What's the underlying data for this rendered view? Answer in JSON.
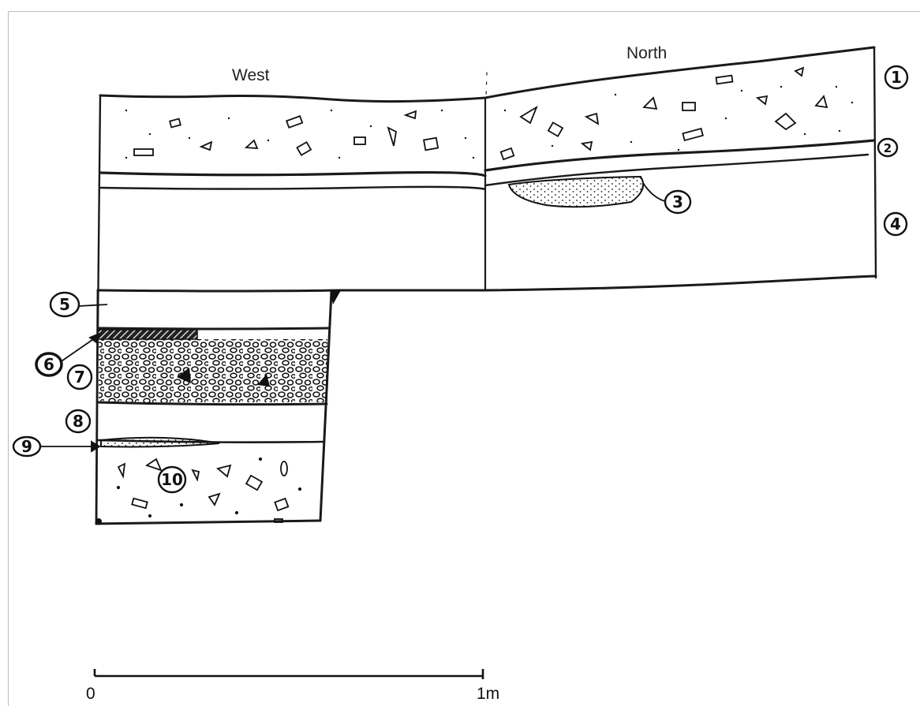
{
  "headings": {
    "west": "West",
    "north": "North"
  },
  "scale_bar": {
    "start_label": "0",
    "end_label": "1m"
  },
  "contexts": [
    {
      "label": "1"
    },
    {
      "label": "2"
    },
    {
      "label": "3"
    },
    {
      "label": "4"
    },
    {
      "label": "5"
    },
    {
      "label": "6"
    },
    {
      "label": "7"
    },
    {
      "label": "8"
    },
    {
      "label": "9"
    },
    {
      "label": "10"
    }
  ]
}
